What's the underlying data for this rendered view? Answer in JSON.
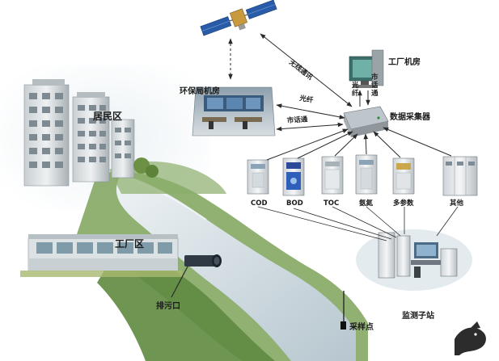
{
  "labels": {
    "residential": "居民区",
    "factory_zone": "工厂区",
    "outlet": "排污口",
    "sampling_point": "采样点",
    "monitoring_substation": "监测子站",
    "data_collector": "数据采集器",
    "epb_room": "环保局机房",
    "factory_room": "工厂机房"
  },
  "links": {
    "wireless": "无线通讯",
    "fiber": "光纤",
    "telephone": "市话通",
    "fiber_vertical": [
      "光",
      "纤"
    ],
    "telephone_vertical": [
      "市",
      "话",
      "通"
    ]
  },
  "instruments": [
    {
      "id": "cod",
      "label": "COD"
    },
    {
      "id": "bod",
      "label": "BOD"
    },
    {
      "id": "toc",
      "label": "TOC"
    },
    {
      "id": "ammonia",
      "label": "氨氮"
    },
    {
      "id": "multi",
      "label": "多参数"
    },
    {
      "id": "other",
      "label": "其他"
    }
  ],
  "colors": {
    "river": "#cdd9df",
    "grass": "#6f9a4a",
    "arrow": "#2a2a2a",
    "cabinet": "#e4e7ea",
    "building": "#dfe3e4"
  }
}
